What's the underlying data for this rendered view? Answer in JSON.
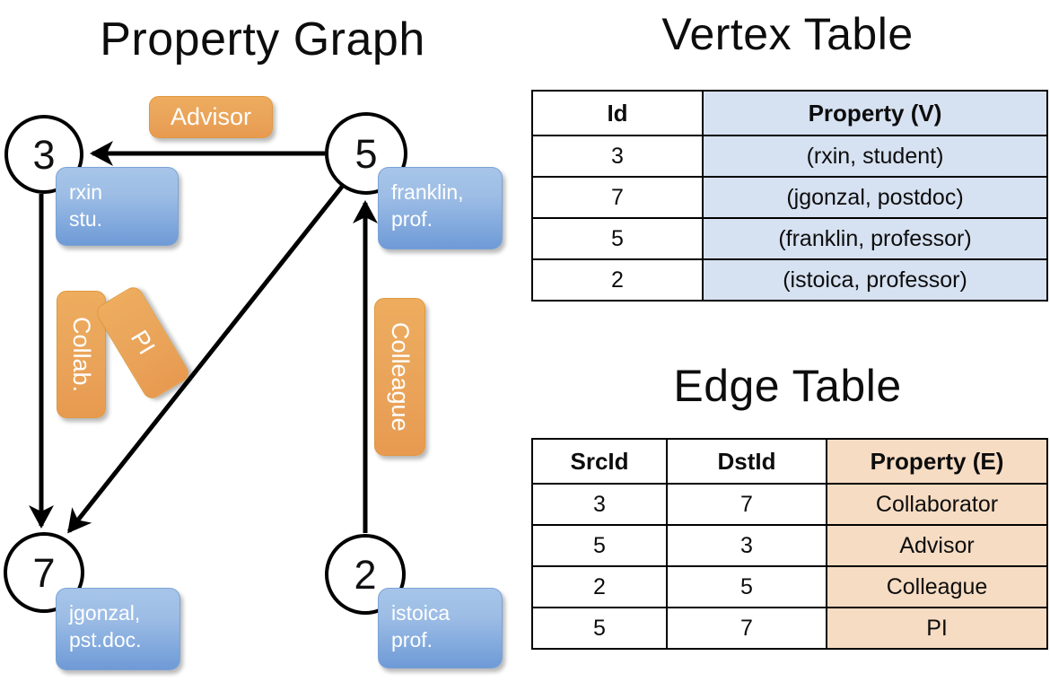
{
  "titles": {
    "property_graph": "Property Graph",
    "vertex_table": "Vertex Table",
    "edge_table": "Edge Table"
  },
  "colors": {
    "vertex_cell": "#d6e1f1",
    "edge_cell": "#f6dcc3",
    "vertex_box": "#9dbde5",
    "edge_box": "#eba85c",
    "stroke": "#000000",
    "background": "#ffffff"
  },
  "graph": {
    "nodes": [
      {
        "id": "3",
        "property": "rxin\nstu.",
        "prop_line1": "rxin",
        "prop_line2": "stu."
      },
      {
        "id": "5",
        "property": "franklin, prof.",
        "prop_line1": "franklin,",
        "prop_line2": "prof."
      },
      {
        "id": "7",
        "property": "jgonzal, pst.doc.",
        "prop_line1": "jgonzal,",
        "prop_line2": "pst.doc."
      },
      {
        "id": "2",
        "property": "istoica prof.",
        "prop_line1": "istoica",
        "prop_line2": "prof."
      }
    ],
    "edge_labels": {
      "advisor": "Advisor",
      "collab": "Collab.",
      "pi": "PI",
      "colleague": "Colleague"
    },
    "edges": [
      {
        "from": "5",
        "to": "3",
        "label": "Advisor"
      },
      {
        "from": "3",
        "to": "7",
        "label": "Collab."
      },
      {
        "from": "5",
        "to": "7",
        "label": "PI"
      },
      {
        "from": "2",
        "to": "5",
        "label": "Colleague"
      }
    ]
  },
  "chart_data": {
    "type": "diagram",
    "title": "Property Graph",
    "nodes": [
      {
        "id": 3,
        "name": "rxin",
        "role": "student"
      },
      {
        "id": 7,
        "name": "jgonzal",
        "role": "postdoc"
      },
      {
        "id": 5,
        "name": "franklin",
        "role": "professor"
      },
      {
        "id": 2,
        "name": "istoica",
        "role": "professor"
      }
    ],
    "edges": [
      {
        "src": 3,
        "dst": 7,
        "property": "Collaborator"
      },
      {
        "src": 5,
        "dst": 3,
        "property": "Advisor"
      },
      {
        "src": 2,
        "dst": 5,
        "property": "Colleague"
      },
      {
        "src": 5,
        "dst": 7,
        "property": "PI"
      }
    ]
  },
  "vertex_table": {
    "title": "Vertex Table",
    "headers": [
      "Id",
      "Property (V)"
    ],
    "rows": [
      [
        "3",
        "(rxin, student)"
      ],
      [
        "7",
        "(jgonzal, postdoc)"
      ],
      [
        "5",
        "(franklin, professor)"
      ],
      [
        "2",
        "(istoica, professor)"
      ]
    ]
  },
  "edge_table": {
    "title": "Edge Table",
    "headers": [
      "SrcId",
      "DstId",
      "Property (E)"
    ],
    "rows": [
      [
        "3",
        "7",
        "Collaborator"
      ],
      [
        "5",
        "3",
        "Advisor"
      ],
      [
        "2",
        "5",
        "Colleague"
      ],
      [
        "5",
        "7",
        "PI"
      ]
    ]
  }
}
